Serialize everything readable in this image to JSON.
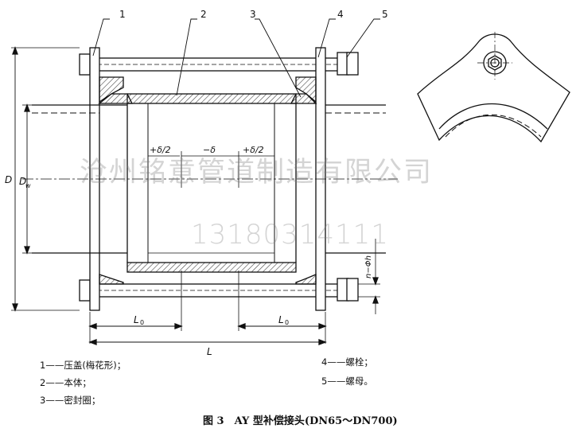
{
  "callouts": [
    "1",
    "2",
    "3",
    "4",
    "5"
  ],
  "dims": {
    "D": "D",
    "Dw": "D",
    "Dw_sub": "w",
    "L": "L",
    "L0_left": "L",
    "L0_right": "L",
    "L0_sub": "0",
    "plus_delta_left": "+δ/2",
    "minus_delta": "−δ",
    "plus_delta_right": "+δ/2",
    "side_dim": "n−Φh"
  },
  "legend": {
    "item1": "1——压盖(梅花形)；",
    "item2": "2——本体；",
    "item3": "3——密封圈；",
    "item4": "4——螺栓；",
    "item5": "5——螺母。"
  },
  "caption": "图 3　AY 型补偿接头(DN65～DN700)",
  "watermark": {
    "company": "沧州铭意管道制造有限公司",
    "phone": "13180314111"
  },
  "colors": {
    "hatch": "#555555",
    "line": "#111111"
  }
}
